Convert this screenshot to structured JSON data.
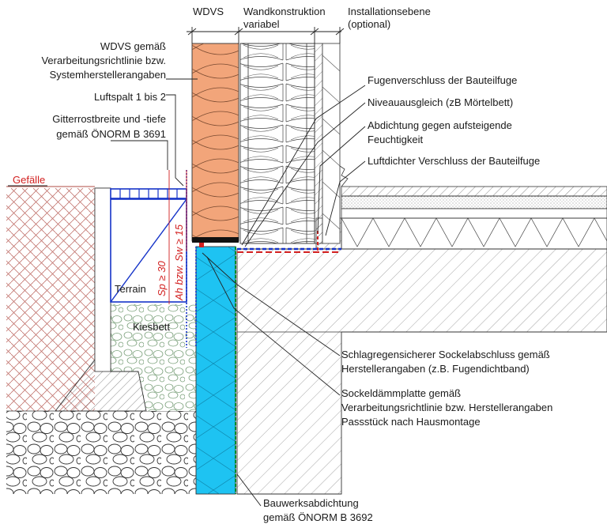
{
  "headers": {
    "wdvs": "WDVS",
    "wall_line1": "Wandkonstruktion",
    "wall_line2": "variabel",
    "install_line1": "Installationsebene",
    "install_line2": "(optional)"
  },
  "labels_left": {
    "wdvs_line1": "WDVS gemäß",
    "wdvs_line2": "Verarbeitungsrichtlinie bzw.",
    "wdvs_line3": "Systemherstellerangaben",
    "luftspalt": "Luftspalt 1 bis 2",
    "gitter_line1": "Gitterrostbreite und -tiefe",
    "gitter_line2": "gemäß ÖNORM B 3691",
    "gefaelle": "Gefälle",
    "terrain": "Terrain",
    "kiesbett": "Kiesbett"
  },
  "labels_right": {
    "fugen": "Fugenverschluss der Bauteilfuge",
    "niveau": "Niveauausgleich (zB Mörtelbett)",
    "abdichtung_line1": "Abdichtung gegen aufsteigende",
    "abdichtung_line2": "Feuchtigkeit",
    "luftdicht": "Luftdichter Verschluss der Bauteilfuge",
    "schlag_line1": "Schlagregensicherer Sockelabschluss gemäß",
    "schlag_line2": "Herstellerangaben (z.B. Fugendichtband)",
    "sockel_line1": "Sockeldämmplatte gemäß",
    "sockel_line2": "Verarbeitungsrichtlinie bzw. Herstellerangaben",
    "sockel_line3": "Passstück nach Hausmontage",
    "bauwerk_line1": "Bauwerksabdichtung",
    "bauwerk_line2": "gemäß ÖNORM B 3692"
  },
  "dimensions": {
    "sp": "Sp ≥ 30",
    "ah": "Ah bzw. Sw ≥ 15"
  },
  "colors": {
    "wdvs_fill": "#f2a57a",
    "sockel_fill": "#1ec3f2",
    "grate_blue": "#1533c8",
    "red_accent": "#d22020",
    "soil_red": "#c0706a"
  }
}
